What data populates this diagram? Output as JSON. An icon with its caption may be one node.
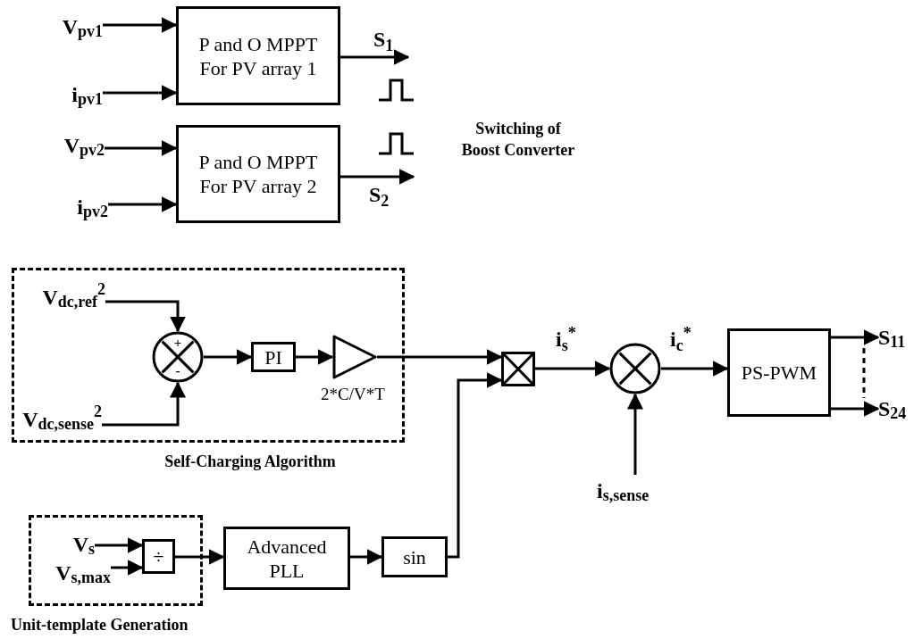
{
  "diagram": {
    "nodes": [
      {
        "text": [
          "V$_{pv1}$"
        ]
      },
      {
        "text": [
          "i$_{pv1}$"
        ]
      },
      {
        "text": [
          "P and O MPPT For PV array 1"
        ]
      },
      {
        "text": [
          "V$_{pv2}$"
        ]
      },
      {
        "text": [
          "i$_{pv2}$"
        ]
      },
      {
        "text": [
          "P and O MPPT For PV array 2"
        ]
      },
      {
        "text": [
          "Self-Charging Algorithm"
        ]
      },
      {
        "text": [
          "V$_{dc,ref}$$^{2}$"
        ],
        "in": 6
      },
      {
        "text": [
          "+",
          "-"
        ],
        "in": 6
      },
      {
        "text": [
          "PI"
        ],
        "in": 6
      },
      {
        "text": [],
        "shape": "triangle",
        "in": 6,
        "beside": [
          "2*C/V*T"
        ]
      },
      {
        "text": [
          "V$_{dc,sense}$$^{2}$"
        ],
        "in": 6
      },
      {
        "text": [],
        "shape": "box"
      },
      {
        "text": [],
        "shape": "circle"
      },
      {
        "text": [
          "PS-PWM"
        ]
      },
      {
        "text": [
          "S$_{11}$"
        ]
      },
      {
        "text": [
          "S$_{24}$"
        ]
      },
      {
        "text": [
          "i$_{s,sense}$"
        ]
      },
      {
        "text": [
          "Unit-template Generation"
        ]
      },
      {
        "text": [
          "V$_{s}$"
        ],
        "in": 18
      },
      {
        "text": [
          "V$_{s,max}$"
        ],
        "in": 18
      },
      {
        "text": [
          "÷"
        ],
        "in": 18
      },
      {
        "text": [
          "Advanced PLL"
        ]
      },
      {
        "text": [
          "sin"
        ]
      }
    ],
    "edges": [
      {
        "from": 0,
        "to": 2,
        "arrow": "to"
      },
      {
        "from": 1,
        "to": 2,
        "arrow": "to"
      },
      {
        "from": 3,
        "to": 5,
        "arrow": "to"
      },
      {
        "from": 4,
        "to": 5,
        "arrow": "to"
      },
      {
        "from": 2,
        "to": null,
        "arrow": "to",
        "label": "S$_{1}$"
      },
      {
        "from": 5,
        "to": null,
        "arrow": "to",
        "label": "S$_{2}$"
      },
      {
        "from": 7,
        "to": 8,
        "arrow": "to"
      },
      {
        "from": 11,
        "to": 8,
        "arrow": "to"
      },
      {
        "from": 8,
        "to": 9,
        "arrow": "to"
      },
      {
        "from": 9,
        "to": 10,
        "arrow": "to"
      },
      {
        "from": 10,
        "to": 12,
        "arrow": "to"
      },
      {
        "from": 23,
        "to": 12,
        "arrow": "to"
      },
      {
        "from": 12,
        "to": 13,
        "arrow": "to",
        "label": "i$_{s}$$^{*}$"
      },
      {
        "from": 17,
        "to": 13,
        "arrow": "to"
      },
      {
        "from": 13,
        "to": 14,
        "arrow": "to",
        "label": "i$_{c}$$^{*}$"
      },
      {
        "from": 14,
        "to": 15,
        "arrow": "to"
      },
      {
        "from": 14,
        "to": 16,
        "arrow": "to"
      },
      {
        "from": 19,
        "to": 21,
        "arrow": "to"
      },
      {
        "from": 20,
        "to": 21,
        "arrow": "to"
      },
      {
        "from": 21,
        "to": 22,
        "arrow": "to"
      },
      {
        "from": 22,
        "to": 23,
        "arrow": "to"
      }
    ],
    "labels": [
      "Switching of Boost Converter"
    ]
  }
}
